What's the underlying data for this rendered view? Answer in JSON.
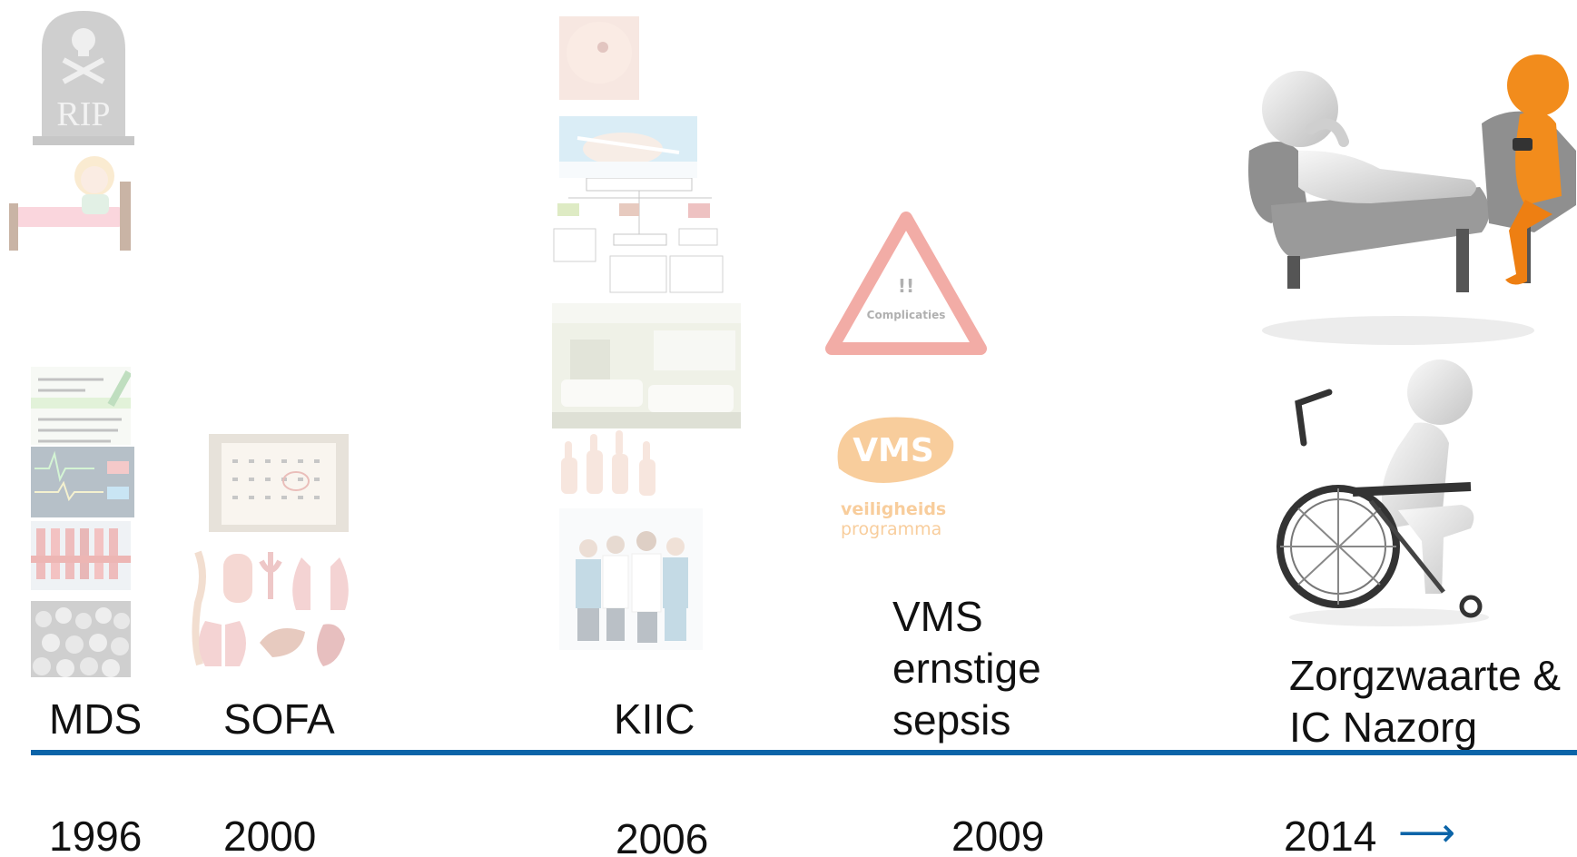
{
  "timeline": {
    "color": "#0b64a8",
    "milestones": [
      {
        "label": "MDS",
        "year": "1996"
      },
      {
        "label": "SOFA",
        "year": "2000"
      },
      {
        "label": "KIIC",
        "year": "2006"
      },
      {
        "label_lines": [
          "VMS",
          "ernstige",
          "sepsis"
        ],
        "year": "2009"
      },
      {
        "label_lines": [
          "Zorgzwaarte &",
          "IC Nazorg"
        ],
        "year": "2014"
      }
    ],
    "future_arrow": "⟶"
  },
  "images": {
    "tombstone_text": "RIP",
    "warning_sign": {
      "mark": "!!",
      "text": "Complicaties"
    },
    "vms_logo": {
      "wordmark": "VMS",
      "line1": "veiligheids",
      "line2": "programma"
    }
  },
  "colors": {
    "accent_orange": "#f28c1c",
    "warning_red": "#e23b2e"
  }
}
